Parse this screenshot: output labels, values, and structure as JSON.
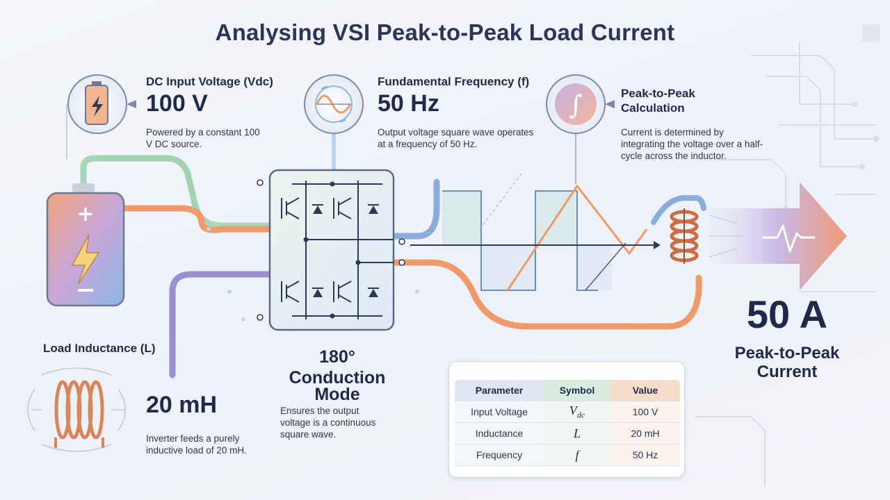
{
  "title": "Analysing VSI Peak-to-Peak Load Current",
  "dc_input": {
    "label": "DC Input Voltage (Vdc)",
    "value": "100 V",
    "description": "Powered by a constant 100 V DC source."
  },
  "frequency": {
    "label": "Fundamental Frequency (f)",
    "value": "50 Hz",
    "description": "Output voltage square wave operates at a frequency of 50 Hz."
  },
  "peak_calc": {
    "label_line1": "Peak-to-Peak",
    "label_line2": "Calculation",
    "description": "Current is determined by integrating the voltage over a half-cycle across the inductor."
  },
  "load_inductance": {
    "label": "Load Inductance (L)",
    "value": "20 mH",
    "description": "Inverter feeds a purely inductive load of 20 mH."
  },
  "conduction_mode": {
    "line1": "180°",
    "line2": "Conduction",
    "line3": "Mode",
    "description": "Ensures the output voltage is a continuous square wave."
  },
  "result": {
    "value": "50 A",
    "label_line1": "Peak-to-Peak",
    "label_line2": "Current"
  },
  "table": {
    "headers": [
      "Parameter",
      "Symbol",
      "Value"
    ],
    "rows": [
      {
        "parameter": "Input Voltage",
        "symbol": "Vdc",
        "value": "100 V"
      },
      {
        "parameter": "Inductance",
        "symbol": "L",
        "value": "20 mH"
      },
      {
        "parameter": "Frequency",
        "symbol": "f",
        "value": "50 Hz"
      }
    ]
  },
  "colors": {
    "title": "#2a3557",
    "wire_orange": "#ef9a6a",
    "wire_blue": "#7fa8d8",
    "wire_purple": "#9a8fd0",
    "wire_green": "#9fd0ad",
    "panel_green": "#e4f1ea"
  },
  "icons": {
    "dc_source": "battery-icon",
    "frequency": "sine-wave-icon",
    "calculation": "integral-icon",
    "load": "inductor-coil-icon",
    "output": "pulse-arrow-icon"
  }
}
